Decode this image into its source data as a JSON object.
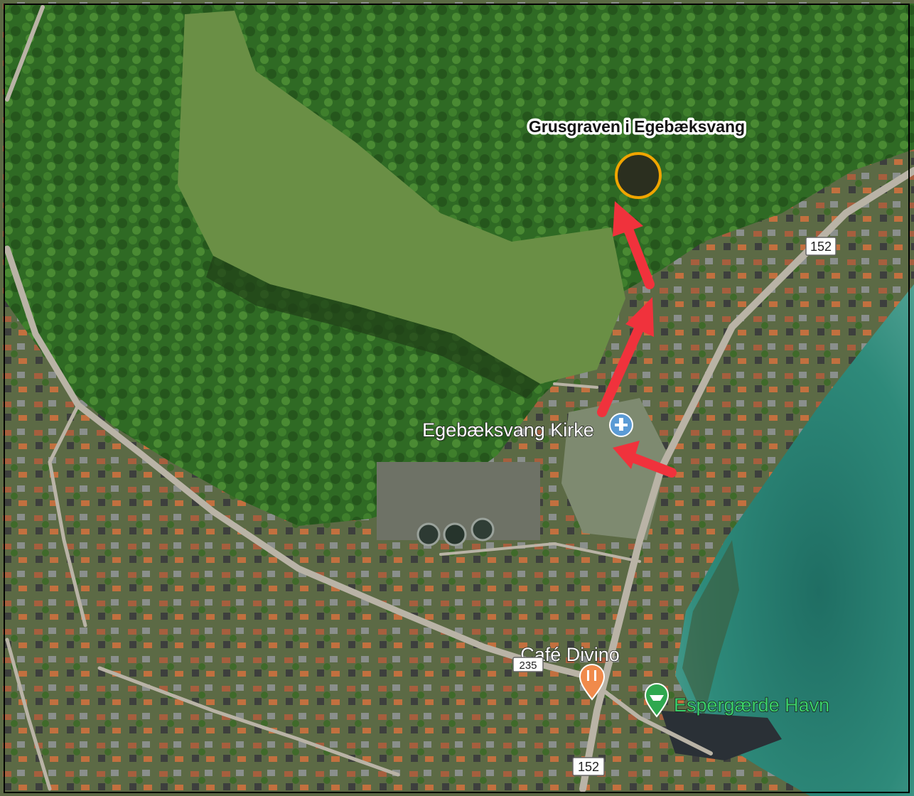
{
  "map": {
    "type": "satellite",
    "destination": {
      "label": "Grusgraven i Egebæksvang",
      "marker_color": "#f0a500"
    },
    "places": [
      {
        "name": "Egebæksvang Kirke",
        "icon": "church-pin-icon",
        "color": "#5b9bd5"
      },
      {
        "name": "Café Divino",
        "icon": "restaurant-pin-icon",
        "color": "#f08a4b"
      },
      {
        "name": "Espergærde Havn",
        "icon": "harbor-pin-icon",
        "color": "#2fa84f"
      }
    ],
    "road_shields": [
      "152",
      "152"
    ],
    "partial_road_label": "235",
    "route_arrow_color": "#f0323c"
  }
}
